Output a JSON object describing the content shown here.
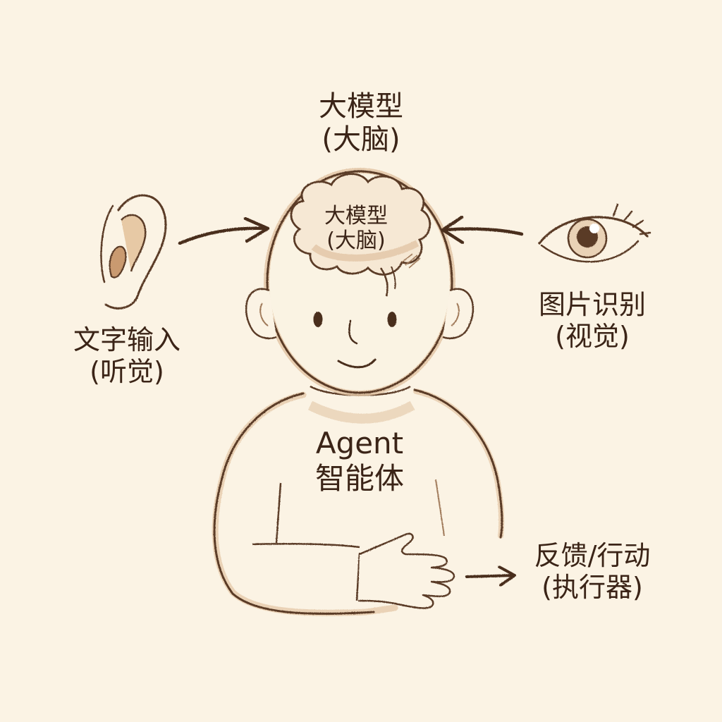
{
  "diagram": {
    "title": "大模型",
    "title_sub": "(大脑)",
    "background_color": "#fbf3e4",
    "ink_color": "#3b2417",
    "shade_color": "#c9a07c",
    "nodes": {
      "brain": {
        "icon": "brain-icon",
        "label": "大模型",
        "sub": "(大脑)"
      },
      "ear": {
        "icon": "ear-icon",
        "label": "文字输入",
        "sub": "(听觉)"
      },
      "eye": {
        "icon": "eye-icon",
        "label": "图片识别",
        "sub": "(视觉)"
      },
      "body": {
        "icon": "agent-figure-icon",
        "label": "Agent",
        "sub": "智能体"
      },
      "hand": {
        "icon": "hand-icon",
        "label": "反馈/行动",
        "sub": "(执行器)"
      }
    },
    "edges": [
      {
        "from": "ear",
        "to": "head",
        "icon": "arrow-right-icon"
      },
      {
        "from": "eye",
        "to": "head",
        "icon": "arrow-left-icon"
      },
      {
        "from": "hand",
        "to": "output",
        "icon": "arrow-right-icon"
      }
    ]
  }
}
